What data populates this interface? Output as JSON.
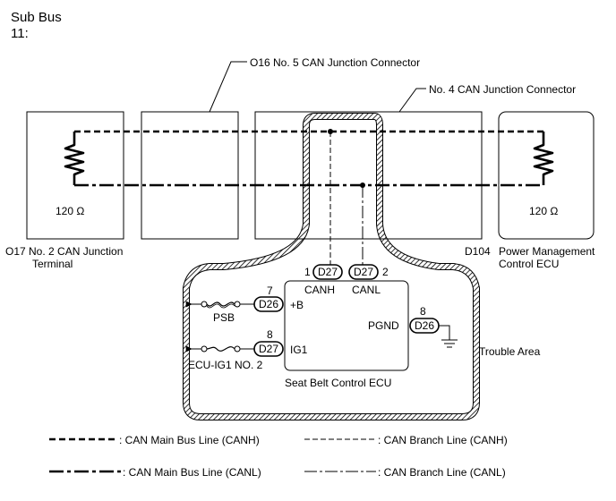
{
  "heading": {
    "line1": "Sub Bus",
    "line2": "11:"
  },
  "connectors": {
    "o16": "O16  No. 5 CAN Junction Connector",
    "no4": "No. 4 CAN Junction Connector"
  },
  "terminals": {
    "left_resistance": "120 Ω",
    "right_resistance": "120 Ω",
    "o17_line1": "O17  No. 2 CAN Junction",
    "o17_line2": "Terminal",
    "d104_code": "D104",
    "d104_line1": "Power Management",
    "d104_line2": "Control ECU"
  },
  "ecu": {
    "name": "Seat Belt Control ECU",
    "pins": {
      "canh_num": "1",
      "canh_conn": "D27",
      "canh_label": "CANH",
      "canl_num": "2",
      "canl_conn": "D27",
      "canl_label": "CANL",
      "b_num": "7",
      "b_conn": "D26",
      "b_label": "+B",
      "ig1_num": "8",
      "ig1_conn": "D27",
      "ig1_label": "IG1",
      "pgnd_num": "8",
      "pgnd_conn": "D26",
      "pgnd_label": "PGND"
    },
    "fuses": {
      "psb": "PSB",
      "ecu_ig1": "ECU-IG1 NO. 2"
    }
  },
  "trouble_area": "Trouble Area",
  "legend": {
    "canh_main": ": CAN Main Bus Line (CANH)",
    "canh_branch": ": CAN Branch Line (CANH)",
    "canl_main": ": CAN Main Bus Line (CANL)",
    "canl_branch": ": CAN Branch Line (CANL)"
  }
}
